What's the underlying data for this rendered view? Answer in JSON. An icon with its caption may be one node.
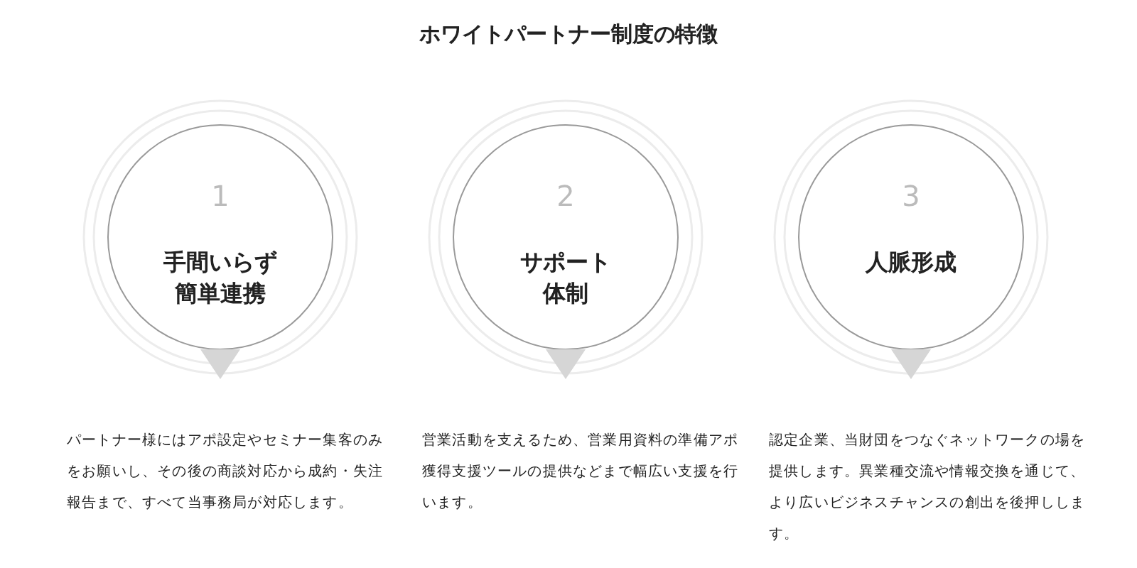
{
  "diagram": {
    "title": "ホワイトパートナー制度の特徴",
    "nodes": [
      {
        "text": [
          "1",
          "手間いらず簡単連携"
        ],
        "beside": [
          "パートナー様にはアポ設定やセミナー集客のみをお願いし、その後の商談対応から成約・失注報告まで、すべて当事務局が対応します。"
        ]
      },
      {
        "text": [
          "2",
          "サポート体制"
        ],
        "beside": [
          "営業活動を支えるため、営業用資料の準備アポ獲得支援ツールの提供などまで幅広い支援を行います。"
        ]
      },
      {
        "text": [
          "3",
          "人脈形成"
        ],
        "beside": [
          "認定企業、当財団をつなぐネットワークの場を提供します。異業種交流や情報交換を通じて、より広いビジネスチャンスの創出を後押しします。"
        ]
      }
    ]
  }
}
